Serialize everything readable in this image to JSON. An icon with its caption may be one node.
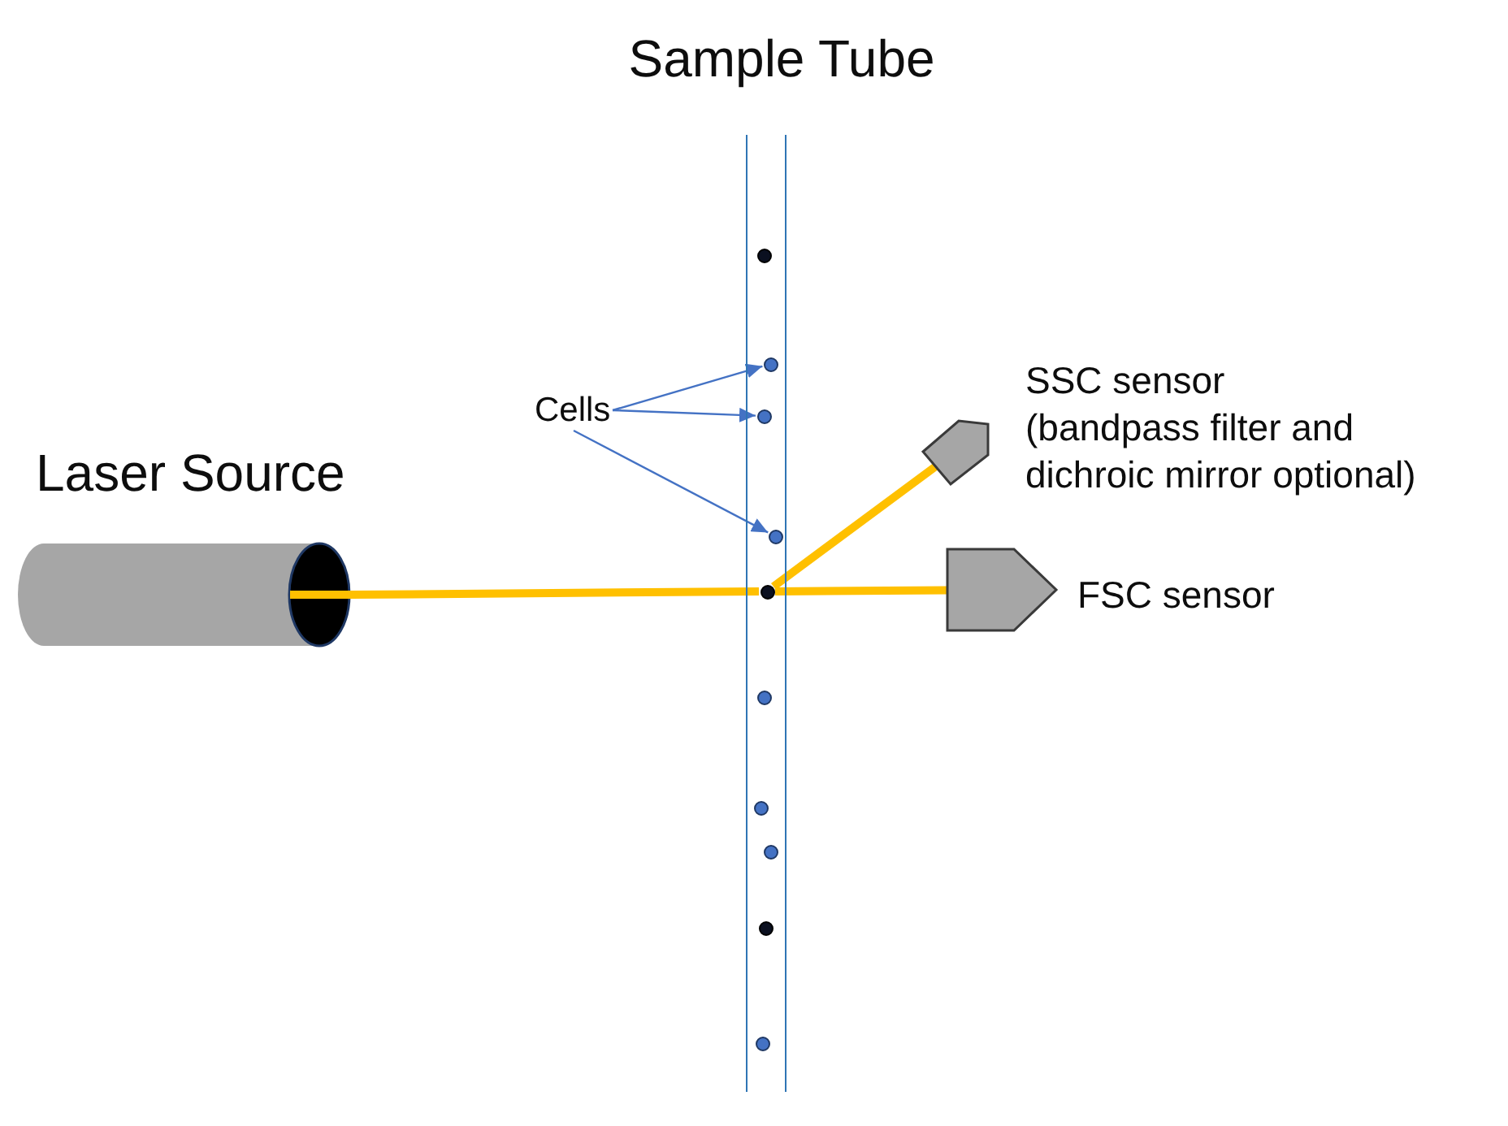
{
  "diagram": {
    "nodes": [
      {
        "text": [
          "Sample Tube"
        ]
      },
      {
        "text": [],
        "shape": "circle",
        "in": 0
      },
      {
        "text": [],
        "shape": "circle",
        "in": 0
      },
      {
        "text": [],
        "shape": "circle",
        "in": 0
      },
      {
        "text": [],
        "shape": "circle",
        "in": 0
      },
      {
        "text": [],
        "shape": "circle",
        "in": 0
      },
      {
        "text": [],
        "shape": "circle",
        "in": 0
      },
      {
        "text": [],
        "shape": "circle",
        "in": 0
      },
      {
        "text": [],
        "shape": "circle",
        "in": 0
      },
      {
        "text": [],
        "shape": "circle",
        "in": 0
      },
      {
        "text": [],
        "shape": "circle",
        "in": 0
      },
      {
        "text": [
          "Cells"
        ]
      },
      {
        "text": [
          "SSC sensor",
          "(bandpass filter and dichroic mirror optional)"
        ]
      },
      {
        "text": [
          "Laser Source"
        ]
      },
      {
        "text": [
          "FSC sensor"
        ]
      }
    ],
    "edges": [
      {
        "from": 13,
        "to": 5,
        "arrow": "none",
        "style": "thick",
        "color": "#ffc000"
      },
      {
        "from": 5,
        "to": 12,
        "arrow": "none",
        "style": "thick",
        "color": "#ffc000"
      },
      {
        "from": 5,
        "to": 14,
        "arrow": "none",
        "style": "thick",
        "color": "#ffc000"
      },
      {
        "from": 11,
        "to": 2,
        "arrow": "to",
        "color": "#4472c4"
      },
      {
        "from": 11,
        "to": 3,
        "arrow": "to",
        "color": "#4472c4"
      },
      {
        "from": 11,
        "to": 4,
        "arrow": "to",
        "color": "#4472c4"
      }
    ]
  }
}
